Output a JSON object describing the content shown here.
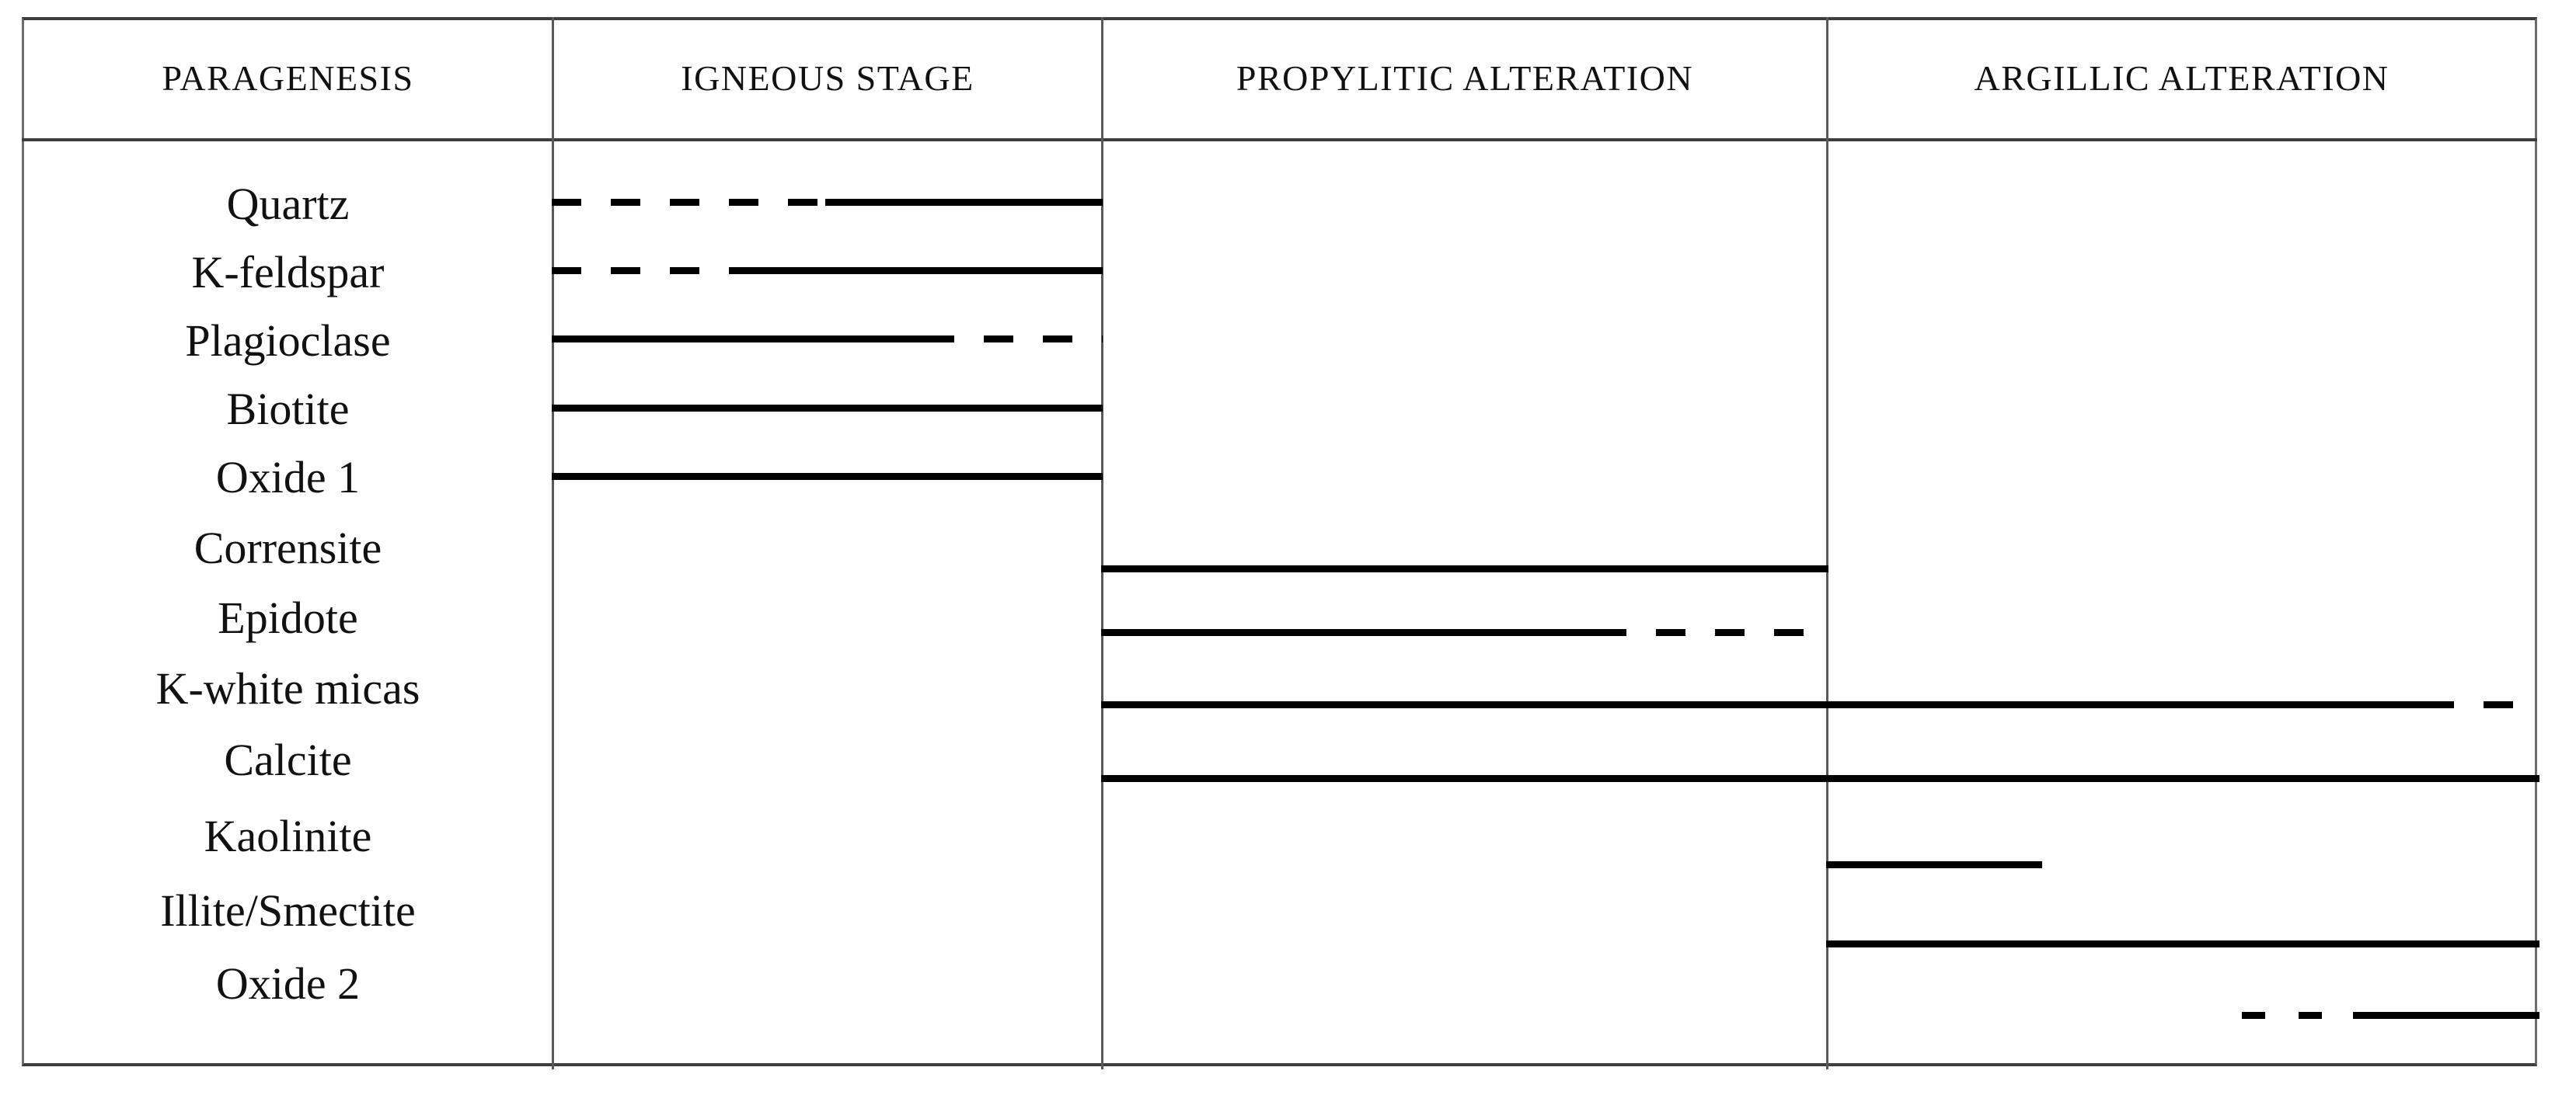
{
  "table": {
    "columns": [
      {
        "id": "paragenesis",
        "label": "PARAGENESIS"
      },
      {
        "id": "igneous-stage",
        "label": "IGNEOUS STAGE"
      },
      {
        "id": "propylitic-alteration",
        "label": "PROPYLITIC ALTERATION"
      },
      {
        "id": "argillic-alteration",
        "label": "ARGILLIC ALTERATION"
      }
    ],
    "minerals": [
      {
        "name": "Quartz"
      },
      {
        "name": "K-feldspar"
      },
      {
        "name": "Plagioclase"
      },
      {
        "name": "Biotite"
      },
      {
        "name": "Oxide 1"
      },
      {
        "name": "Corrensite"
      },
      {
        "name": "Epidote"
      },
      {
        "name": "K-white micas"
      },
      {
        "name": "Calcite"
      },
      {
        "name": "Kaolinite"
      },
      {
        "name": "Illite/Smectite"
      },
      {
        "name": "Oxide 2"
      }
    ]
  },
  "chart_data": {
    "type": "table",
    "title": "PARAGENESIS",
    "xlabel": "",
    "ylabel": "",
    "grid": false,
    "legend": "none",
    "stages": [
      "IGNEOUS STAGE",
      "PROPYLITIC ALTERATION",
      "ARGILLIC ALTERATION"
    ],
    "categories": [
      "Quartz",
      "K-feldspar",
      "Plagioclase",
      "Biotite",
      "Oxide 1",
      "Corrensite",
      "Epidote",
      "K-white micas",
      "Calcite",
      "Kaolinite",
      "Illite/Smectite",
      "Oxide 2"
    ],
    "series": [
      {
        "name": "Quartz",
        "stages": [
          "IGNEOUS STAGE"
        ],
        "segments": [
          {
            "style": "dashed",
            "start_stage": "IGNEOUS STAGE",
            "end_stage": "IGNEOUS STAGE"
          },
          {
            "style": "solid",
            "start_stage": "IGNEOUS STAGE",
            "end_stage": "IGNEOUS STAGE"
          }
        ]
      },
      {
        "name": "K-feldspar",
        "stages": [
          "IGNEOUS STAGE"
        ],
        "segments": [
          {
            "style": "dashed",
            "start_stage": "IGNEOUS STAGE",
            "end_stage": "IGNEOUS STAGE"
          },
          {
            "style": "solid",
            "start_stage": "IGNEOUS STAGE",
            "end_stage": "IGNEOUS STAGE"
          }
        ]
      },
      {
        "name": "Plagioclase",
        "stages": [
          "IGNEOUS STAGE"
        ],
        "segments": [
          {
            "style": "solid",
            "start_stage": "IGNEOUS STAGE",
            "end_stage": "IGNEOUS STAGE"
          },
          {
            "style": "dashed",
            "start_stage": "IGNEOUS STAGE",
            "end_stage": "IGNEOUS STAGE"
          }
        ]
      },
      {
        "name": "Biotite",
        "stages": [
          "IGNEOUS STAGE"
        ],
        "segments": [
          {
            "style": "solid",
            "start_stage": "IGNEOUS STAGE",
            "end_stage": "IGNEOUS STAGE"
          }
        ]
      },
      {
        "name": "Oxide 1",
        "stages": [
          "IGNEOUS STAGE"
        ],
        "segments": [
          {
            "style": "solid",
            "start_stage": "IGNEOUS STAGE",
            "end_stage": "IGNEOUS STAGE"
          }
        ]
      },
      {
        "name": "Corrensite",
        "stages": [
          "PROPYLITIC ALTERATION"
        ],
        "segments": [
          {
            "style": "solid",
            "start_stage": "PROPYLITIC ALTERATION",
            "end_stage": "PROPYLITIC ALTERATION"
          }
        ]
      },
      {
        "name": "Epidote",
        "stages": [
          "PROPYLITIC ALTERATION"
        ],
        "segments": [
          {
            "style": "solid",
            "start_stage": "PROPYLITIC ALTERATION",
            "end_stage": "PROPYLITIC ALTERATION"
          },
          {
            "style": "dashed",
            "start_stage": "PROPYLITIC ALTERATION",
            "end_stage": "PROPYLITIC ALTERATION"
          }
        ]
      },
      {
        "name": "K-white micas",
        "stages": [
          "PROPYLITIC ALTERATION",
          "ARGILLIC ALTERATION"
        ],
        "segments": [
          {
            "style": "solid",
            "start_stage": "PROPYLITIC ALTERATION",
            "end_stage": "ARGILLIC ALTERATION"
          },
          {
            "style": "dashed",
            "start_stage": "ARGILLIC ALTERATION",
            "end_stage": "ARGILLIC ALTERATION"
          }
        ]
      },
      {
        "name": "Calcite",
        "stages": [
          "PROPYLITIC ALTERATION",
          "ARGILLIC ALTERATION"
        ],
        "segments": [
          {
            "style": "solid",
            "start_stage": "PROPYLITIC ALTERATION",
            "end_stage": "ARGILLIC ALTERATION"
          }
        ]
      },
      {
        "name": "Kaolinite",
        "stages": [
          "ARGILLIC ALTERATION"
        ],
        "segments": [
          {
            "style": "solid",
            "start_stage": "ARGILLIC ALTERATION",
            "end_stage": "ARGILLIC ALTERATION"
          }
        ]
      },
      {
        "name": "Illite/Smectite",
        "stages": [
          "ARGILLIC ALTERATION"
        ],
        "segments": [
          {
            "style": "solid",
            "start_stage": "ARGILLIC ALTERATION",
            "end_stage": "ARGILLIC ALTERATION"
          }
        ]
      },
      {
        "name": "Oxide 2",
        "stages": [
          "ARGILLIC ALTERATION"
        ],
        "segments": [
          {
            "style": "dashed",
            "start_stage": "ARGILLIC ALTERATION",
            "end_stage": "ARGILLIC ALTERATION"
          },
          {
            "style": "solid",
            "start_stage": "ARGILLIC ALTERATION",
            "end_stage": "ARGILLIC ALTERATION"
          }
        ]
      }
    ]
  },
  "colors": {
    "bar": "#000000",
    "border": "#3d3d3d",
    "divider": "#585858",
    "text": "#111111",
    "background": "#ffffff"
  }
}
